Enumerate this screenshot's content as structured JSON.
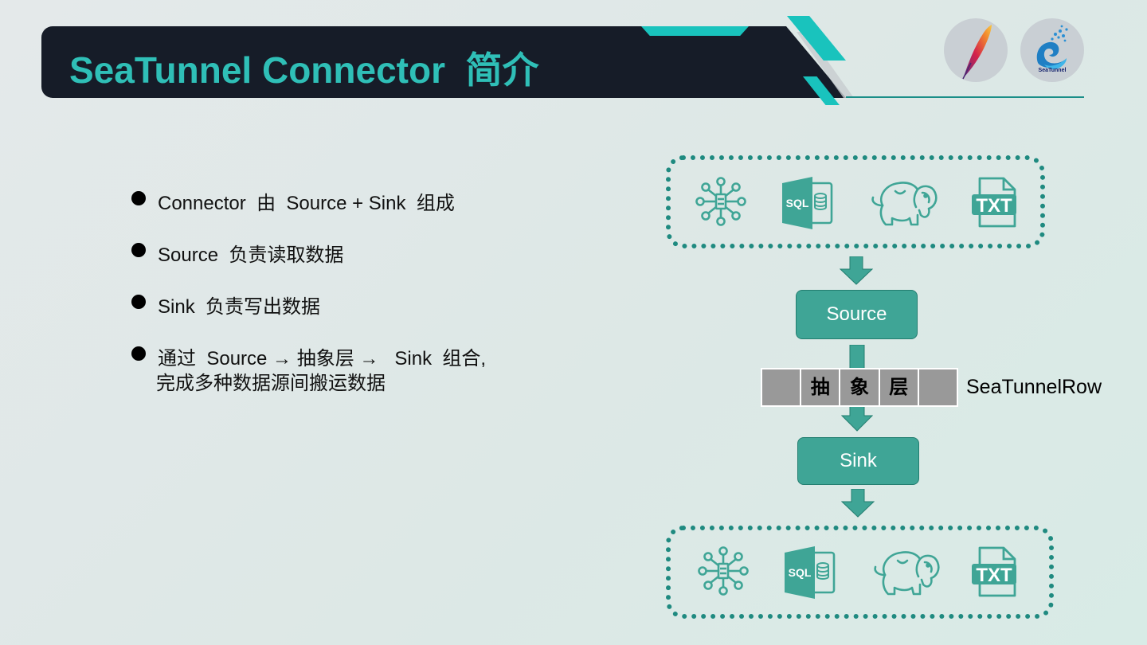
{
  "header": {
    "title": "SeaTunnel Connector  简介",
    "logos": [
      {
        "name": "apache-feather-logo"
      },
      {
        "name": "seatunnel-logo",
        "text": "SeaTunnel"
      }
    ]
  },
  "bullets": [
    {
      "line1": "Connector  由  Source + Sink  组成"
    },
    {
      "line1": "Source  负责读取数据"
    },
    {
      "line1": "Sink  负责写出数据"
    },
    {
      "line1": "通过  Source → 抽象层 →   Sink  组合,",
      "line2": "完成多种数据源间搬运数据"
    }
  ],
  "diagram": {
    "source_label": "Source",
    "sink_label": "Sink",
    "abstraction_cells": [
      "",
      "抽",
      "象",
      "层",
      ""
    ],
    "abstraction_label": "SeaTunnelRow",
    "datasource_icons": [
      "network-hub-icon",
      "sql-database-icon",
      "hadoop-elephant-icon",
      "txt-file-icon"
    ],
    "colors": {
      "accent": "#2fbfb7",
      "node": "#3fa596",
      "dashed": "#1f8a80",
      "title_bg": "#161c28"
    }
  }
}
